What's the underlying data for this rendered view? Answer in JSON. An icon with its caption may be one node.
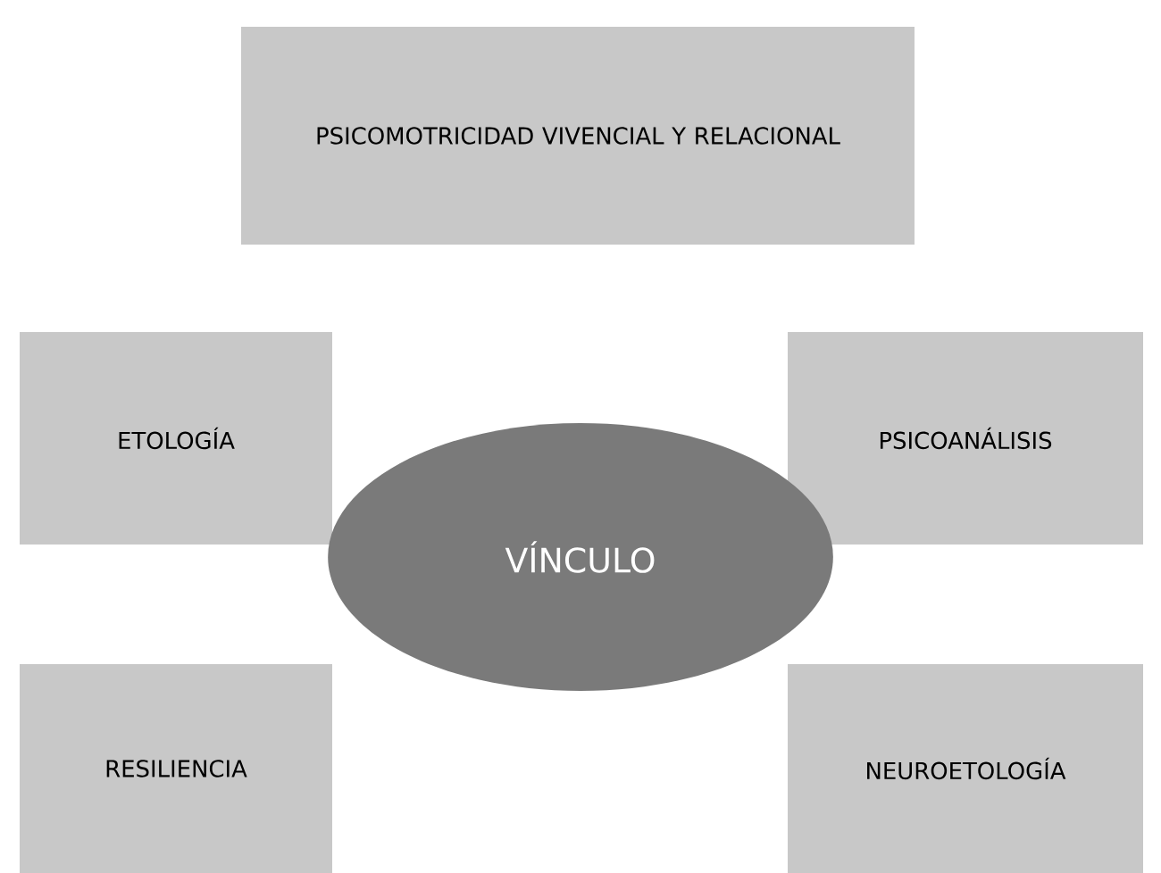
{
  "diagram": {
    "nodes": [
      {
        "text": [
          "PSICOMOTRICIDAD VIVENCIAL Y RELACIONAL"
        ]
      },
      {
        "text": [
          "ETOLOGÍA"
        ]
      },
      {
        "text": [
          "PSICOANÁLISIS"
        ]
      },
      {
        "text": [
          "VÍNCULO"
        ]
      },
      {
        "text": [
          "RESILIENCIA"
        ]
      },
      {
        "text": [
          "NEUROETOLOGÍA"
        ]
      }
    ]
  }
}
